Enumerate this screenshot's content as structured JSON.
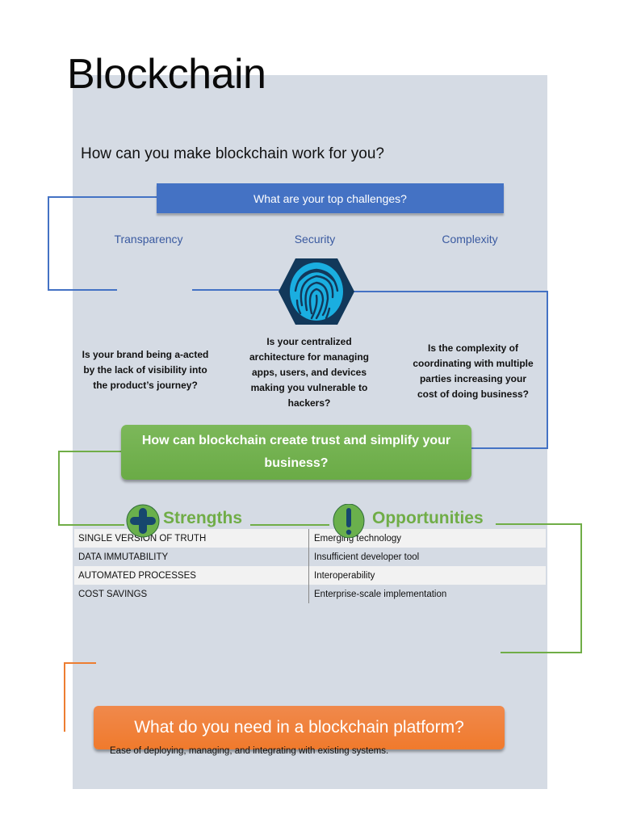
{
  "page": {
    "title": "Blockchain",
    "subtitle": "How can you make blockchain work for you?"
  },
  "challenges": {
    "heading": "What are your top challenges?",
    "categories": [
      {
        "label": "Transparency",
        "question": "Is your brand being a-acted by the lack of visibility into the product’s journey?"
      },
      {
        "label": "Security",
        "question": "Is your centralized architecture for managing apps, users, and devices making you vulnerable to hackers?"
      },
      {
        "label": "Complexity",
        "question": "Is the complexity of coordinating with multiple parties increasing your cost of doing business?"
      }
    ],
    "icon": "fingerprint-icon"
  },
  "trust": {
    "heading": "How can blockchain create trust and simplify your business?"
  },
  "strengths": {
    "label": "Strengths",
    "icon": "plus-icon",
    "items": [
      "SINGLE VERSION OF TRUTH",
      "DATA IMMUTABILITY",
      "AUTOMATED PROCESSES",
      "COST SAVINGS"
    ]
  },
  "opportunities": {
    "label": "Opportunities",
    "icon": "exclamation-icon",
    "items": [
      "Emerging technology",
      "Insufficient developer tool",
      "Interoperability",
      "Enterprise-scale implementation"
    ]
  },
  "platform": {
    "heading": "What do you need in a blockchain platform?",
    "description": "Ease of deploying, managing, and integrating with existing systems."
  },
  "colors": {
    "blue": "#4472c4",
    "green": "#70ad47",
    "orange": "#f07a2c",
    "panel": "#d5dbe4"
  }
}
